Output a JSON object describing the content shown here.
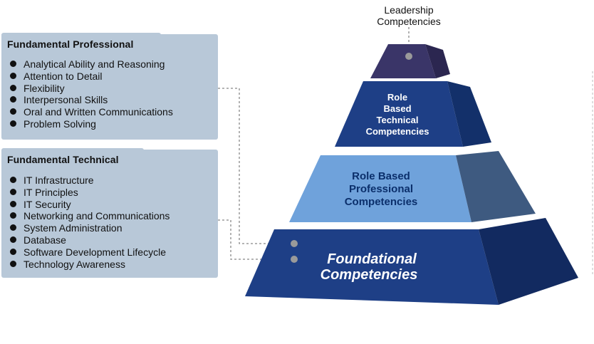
{
  "top_label": [
    "Leadership",
    "Competencies"
  ],
  "panels": {
    "professional": {
      "title": "Fundamental Professional",
      "items": [
        "Analytical Ability and Reasoning",
        "Attention to Detail",
        "Flexibility",
        "Interpersonal Skills",
        "Oral and Written Communications",
        "Problem Solving"
      ]
    },
    "technical": {
      "title": "Fundamental Technical",
      "items": [
        "IT Infrastructure",
        "IT Principles",
        "IT Security",
        "Networking and Communications",
        "System Administration",
        "Database",
        "Software Development  Lifecycle",
        "Technology Awareness"
      ]
    }
  },
  "pyramid": {
    "level2": [
      "Role",
      "Based",
      "Technical",
      "Competencies"
    ],
    "level3": [
      "Role Based",
      "Professional",
      "Competencies"
    ],
    "level4": [
      "Foundational",
      "Competencies"
    ]
  },
  "colors": {
    "panel": "#b8c8d8",
    "navy": "#1e3f86",
    "navy_dark": "#122a60",
    "light_blue": "#6fa2db",
    "slate": "#3e5a80",
    "top": "#3a3568"
  }
}
